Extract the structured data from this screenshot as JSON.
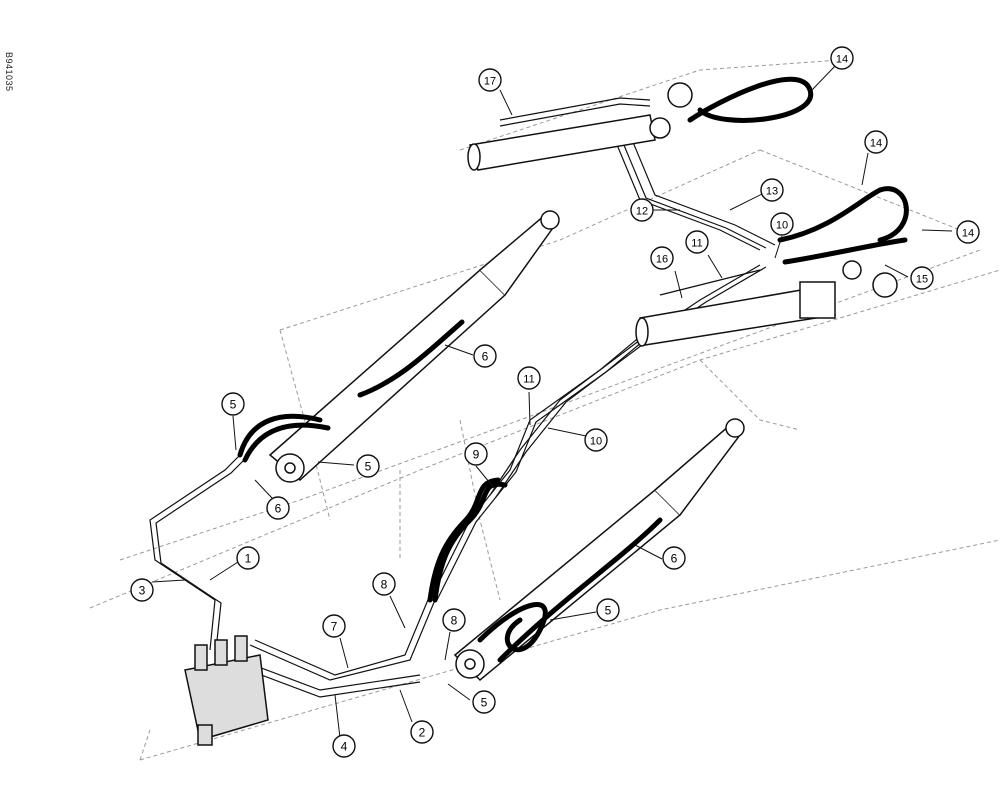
{
  "drawing_code": "B941035",
  "callouts": [
    {
      "id": "c1",
      "label": "1"
    },
    {
      "id": "c2",
      "label": "2"
    },
    {
      "id": "c3",
      "label": "3"
    },
    {
      "id": "c4",
      "label": "4"
    },
    {
      "id": "c5a",
      "label": "5"
    },
    {
      "id": "c5b",
      "label": "5"
    },
    {
      "id": "c5c",
      "label": "5"
    },
    {
      "id": "c5d",
      "label": "5"
    },
    {
      "id": "c6a",
      "label": "6"
    },
    {
      "id": "c6b",
      "label": "6"
    },
    {
      "id": "c6c",
      "label": "6"
    },
    {
      "id": "c7",
      "label": "7"
    },
    {
      "id": "c8a",
      "label": "8"
    },
    {
      "id": "c8b",
      "label": "8"
    },
    {
      "id": "c9",
      "label": "9"
    },
    {
      "id": "c10a",
      "label": "10"
    },
    {
      "id": "c10b",
      "label": "10"
    },
    {
      "id": "c11a",
      "label": "11"
    },
    {
      "id": "c11b",
      "label": "11"
    },
    {
      "id": "c12",
      "label": "12"
    },
    {
      "id": "c13",
      "label": "13"
    },
    {
      "id": "c14a",
      "label": "14"
    },
    {
      "id": "c14b",
      "label": "14"
    },
    {
      "id": "c14c",
      "label": "14"
    },
    {
      "id": "c15",
      "label": "15"
    },
    {
      "id": "c16",
      "label": "16"
    },
    {
      "id": "c17",
      "label": "17"
    }
  ]
}
